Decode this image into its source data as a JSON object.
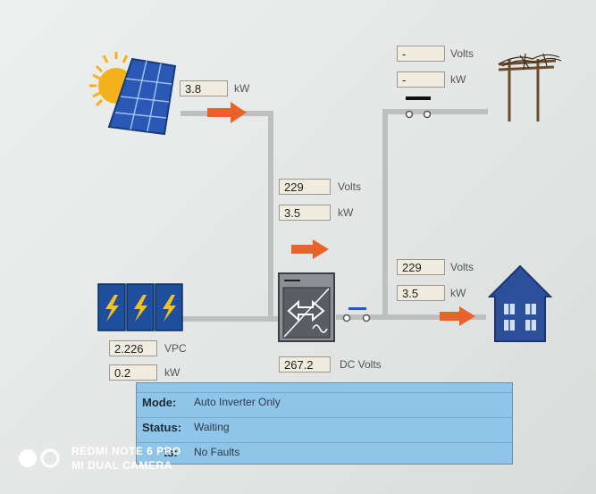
{
  "solar": {
    "power_value": "3.8",
    "power_unit": "kW"
  },
  "grid": {
    "volts_value": "-",
    "volts_unit": "Volts",
    "power_value": "-",
    "power_unit": "kW"
  },
  "inverter": {
    "volts_value": "229",
    "volts_unit": "Volts",
    "power_value": "3.5",
    "power_unit": "kW",
    "dc_volts_value": "267.2",
    "dc_volts_unit": "DC Volts"
  },
  "house": {
    "volts_value": "229",
    "volts_unit": "Volts",
    "power_value": "3.5",
    "power_unit": "kW"
  },
  "battery": {
    "vpc_value": "2.226",
    "vpc_unit": "VPC",
    "power_value": "0.2",
    "power_unit": "kW"
  },
  "status_panel": {
    "mode_label": "Mode:",
    "mode_value": "Auto Inverter Only",
    "status_label": "Status:",
    "status_value": "Waiting",
    "faults_label": "ts:",
    "faults_value": "No Faults"
  },
  "watermark": {
    "line1": "REDMI NOTE 6 PRO",
    "line2": "MI DUAL CAMERA"
  },
  "colors": {
    "arrow": "#e8622a",
    "panel": "#8fc5e8",
    "house": "#2c4f9a",
    "battery": "#1e4f9e",
    "sun": "#f3b21b",
    "wire": "#bdc0bf"
  }
}
